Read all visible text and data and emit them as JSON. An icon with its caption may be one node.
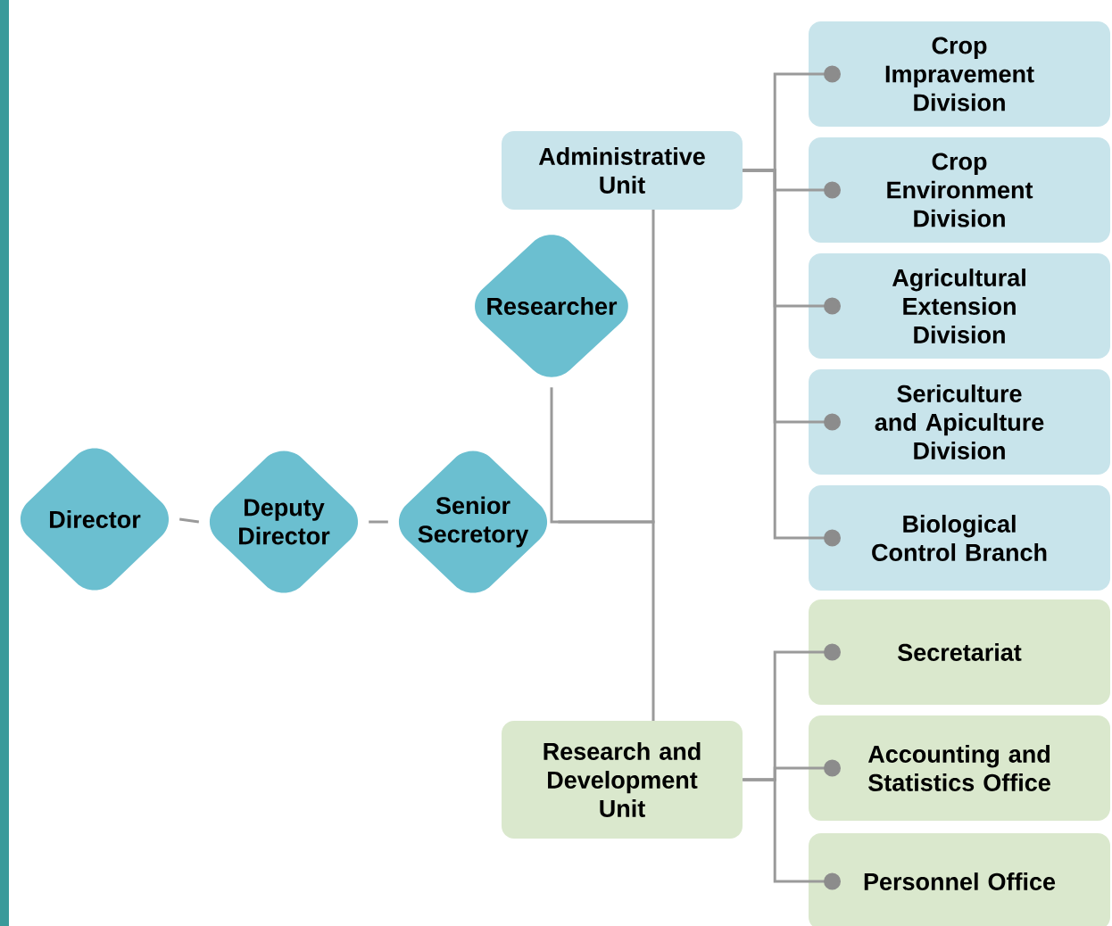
{
  "diagram": {
    "nodes": [
      {
        "text": [
          "Director"
        ]
      },
      {
        "text": [
          "Deputy Director"
        ]
      },
      {
        "text": [
          "Senior Secretory"
        ]
      },
      {
        "text": [
          "Researcher"
        ]
      },
      {
        "text": [
          "Administrative Unit"
        ]
      },
      {
        "text": [
          "Research and Development Unit"
        ]
      },
      {
        "text": [
          "Crop Impravement Division"
        ]
      },
      {
        "text": [
          "Crop Environment Division"
        ]
      },
      {
        "text": [
          "Agricultural Extension Division"
        ]
      },
      {
        "text": [
          "Sericulture and Apiculture Division"
        ]
      },
      {
        "text": [
          "Biological Control Branch"
        ]
      },
      {
        "text": [
          "Secretariat"
        ]
      },
      {
        "text": [
          "Accounting and Statistics Office"
        ]
      },
      {
        "text": [
          "Personnel Office"
        ]
      }
    ],
    "edges": [
      {
        "from": 0,
        "to": 1,
        "arrow": "none"
      },
      {
        "from": 1,
        "to": 2,
        "arrow": "none"
      },
      {
        "from": 2,
        "to": 4,
        "arrow": "none"
      },
      {
        "from": 2,
        "to": 5,
        "arrow": "none"
      },
      {
        "from": 3,
        "to": 2,
        "arrow": "none"
      },
      {
        "from": 4,
        "to": 6,
        "arrow": "other"
      },
      {
        "from": 4,
        "to": 7,
        "arrow": "other"
      },
      {
        "from": 4,
        "to": 8,
        "arrow": "other"
      },
      {
        "from": 4,
        "to": 9,
        "arrow": "other"
      },
      {
        "from": 4,
        "to": 10,
        "arrow": "other"
      },
      {
        "from": 5,
        "to": 11,
        "arrow": "other"
      },
      {
        "from": 5,
        "to": 12,
        "arrow": "other"
      },
      {
        "from": 5,
        "to": 13,
        "arrow": "other"
      }
    ]
  }
}
